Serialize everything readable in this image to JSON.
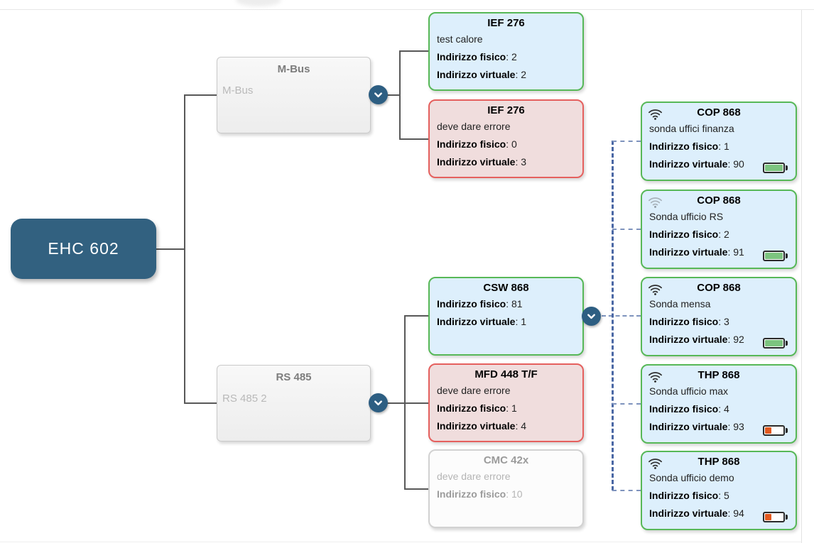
{
  "root": {
    "label": "EHC 602"
  },
  "field_labels": {
    "fisico": "Indirizzo fisico",
    "virtuale": "Indirizzo virtuale",
    "sep": ": "
  },
  "buses": [
    {
      "title": "M-Bus",
      "subtitle": "M-Bus",
      "expand_icon": "chevron-down"
    },
    {
      "title": "RS 485",
      "subtitle": "RS 485 2",
      "expand_icon": "chevron-down"
    }
  ],
  "devices": [
    {
      "title": "IEF 276",
      "description": "test calore",
      "fisico": "2",
      "virtuale": "2",
      "status": "ok"
    },
    {
      "title": "IEF 276",
      "description": "deve dare errore",
      "fisico": "0",
      "virtuale": "3",
      "status": "error"
    },
    {
      "title": "CSW 868",
      "fisico": "81",
      "virtuale": "1",
      "status": "ok",
      "expand_icon": "chevron-down"
    },
    {
      "title": "MFD 448 T/F",
      "description": "deve dare errore",
      "fisico": "1",
      "virtuale": "4",
      "status": "error"
    },
    {
      "title": "CMC 42x",
      "description": "deve dare errore",
      "fisico": "10",
      "status": "disabled"
    }
  ],
  "sensors": [
    {
      "title": "COP 868",
      "description": "sonda uffici finanza",
      "fisico": "1",
      "virtuale": "90",
      "battery": "full",
      "wifi": "strong"
    },
    {
      "title": "COP 868",
      "description": "Sonda ufficio RS",
      "fisico": "2",
      "virtuale": "91",
      "battery": "full",
      "wifi": "weak"
    },
    {
      "title": "COP 868",
      "description": "Sonda mensa",
      "fisico": "3",
      "virtuale": "92",
      "battery": "full",
      "wifi": "strong"
    },
    {
      "title": "THP 868",
      "description": "Sonda ufficio max",
      "fisico": "4",
      "virtuale": "93",
      "battery": "low",
      "wifi": "strong"
    },
    {
      "title": "THP 868",
      "description": "Sonda ufficio demo",
      "fisico": "5",
      "virtuale": "94",
      "battery": "low",
      "wifi": "strong"
    }
  ],
  "colors": {
    "root_bg": "#326180",
    "expand_button": "#2d5e82",
    "ok_bg": "#ddeffc",
    "ok_border": "#57b857",
    "error_bg": "#f0dddd",
    "error_border": "#e5605e",
    "disabled_bg": "#fcfcfc",
    "disabled_border": "#d2d2d2",
    "battery_full": "#7cc47f",
    "battery_low": "#e2591f",
    "solid_connector": "#585858",
    "dashed_connector_v": "#4a67a4",
    "dashed_connector_h": "#7e93bd"
  }
}
